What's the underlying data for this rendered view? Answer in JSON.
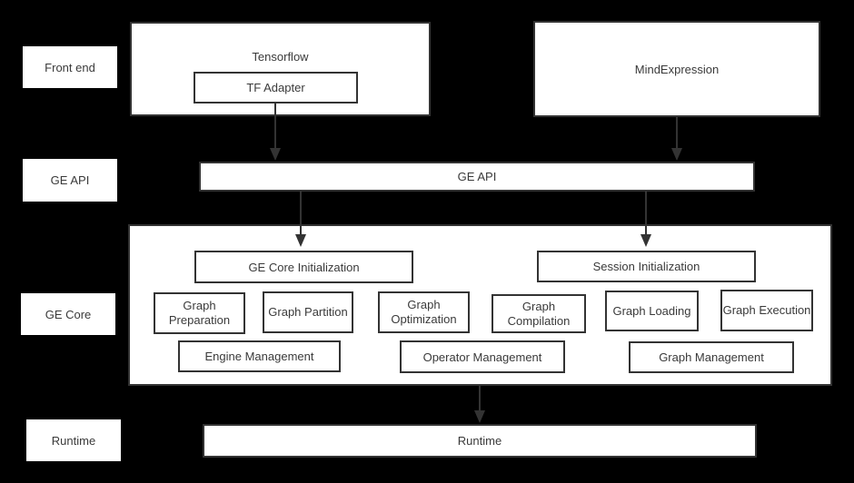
{
  "colors": {
    "background": "#000000",
    "box_fill": "#ffffff",
    "box_border": "#333333",
    "text": "#3a3a3a",
    "arrow": "#333333"
  },
  "side_labels": {
    "front_end": "Front end",
    "ge_api": "GE API",
    "ge_core": "GE Core",
    "runtime": "Runtime"
  },
  "frontend": {
    "tensorflow": "Tensorflow",
    "tf_adapter": "TF Adapter",
    "mindexpression": "MindExpression"
  },
  "ge_api": {
    "label": "GE API"
  },
  "ge_core": {
    "init": "GE Core Initialization",
    "session": "Session Initialization",
    "modules": [
      "Graph Preparation",
      "Graph Partition",
      "Graph Optimization",
      "Graph Compilation",
      "Graph Loading",
      "Graph Execution"
    ],
    "management": [
      "Engine Management",
      "Operator Management",
      "Graph Management"
    ]
  },
  "runtime": {
    "label": "Runtime"
  }
}
